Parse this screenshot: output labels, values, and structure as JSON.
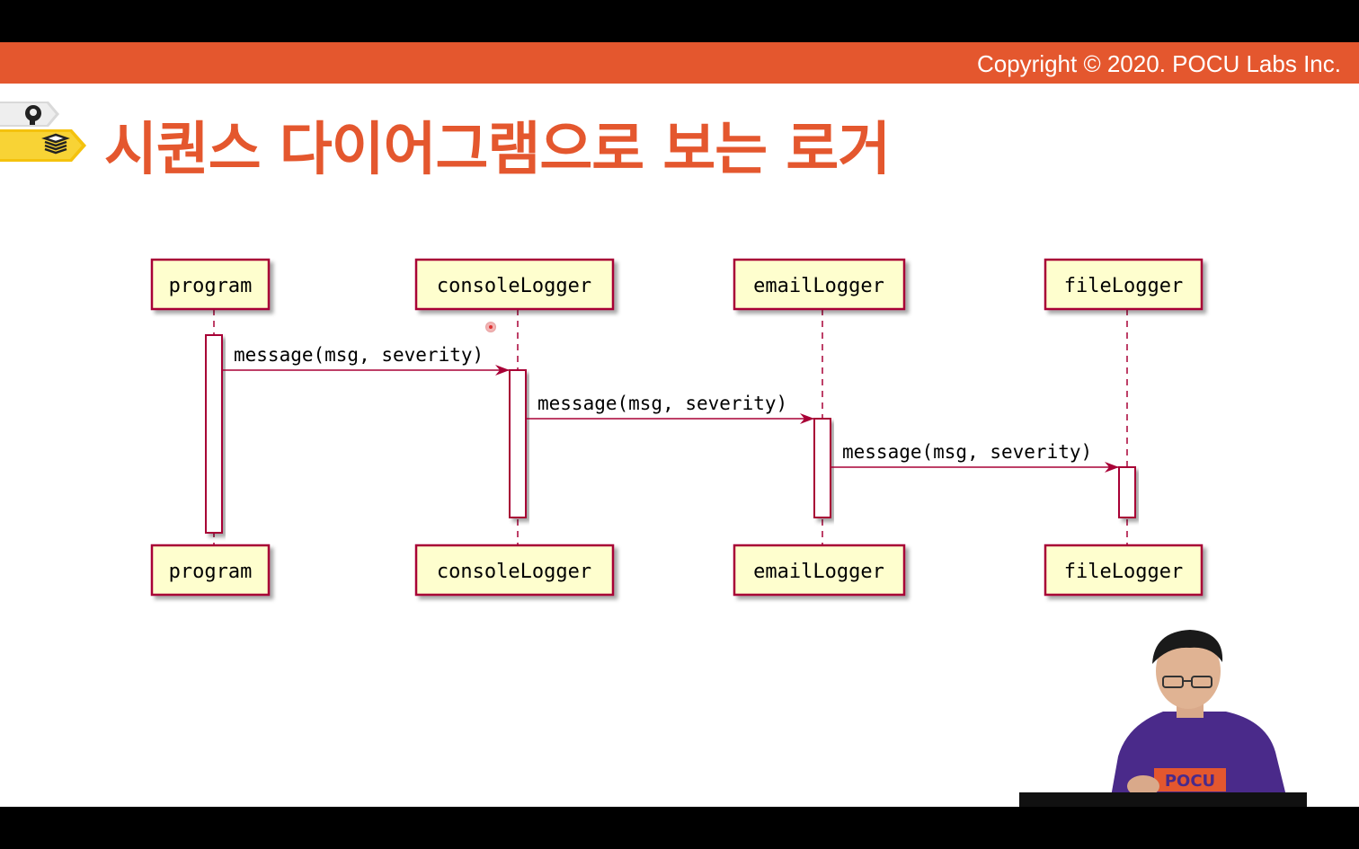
{
  "header": {
    "copyright": "Copyright © 2020. POCU Labs Inc."
  },
  "slide": {
    "title": "시퀀스 다이어그램으로 보는 로거"
  },
  "icons": {
    "head_icon": "brain-head-icon",
    "stack_icon": "book-stack-icon"
  },
  "colors": {
    "accent": "#e4572e",
    "participant_fill": "#fefece",
    "participant_border": "#a80036",
    "arrow": "#a80036"
  },
  "diagram": {
    "participants": [
      "program",
      "consoleLogger",
      "emailLogger",
      "fileLogger"
    ],
    "messages": [
      {
        "from": "program",
        "to": "consoleLogger",
        "label": "message(msg, severity)"
      },
      {
        "from": "consoleLogger",
        "to": "emailLogger",
        "label": "message(msg, severity)"
      },
      {
        "from": "emailLogger",
        "to": "fileLogger",
        "label": "message(msg, severity)"
      }
    ]
  },
  "presenter": {
    "shirt_text": "POCU"
  }
}
